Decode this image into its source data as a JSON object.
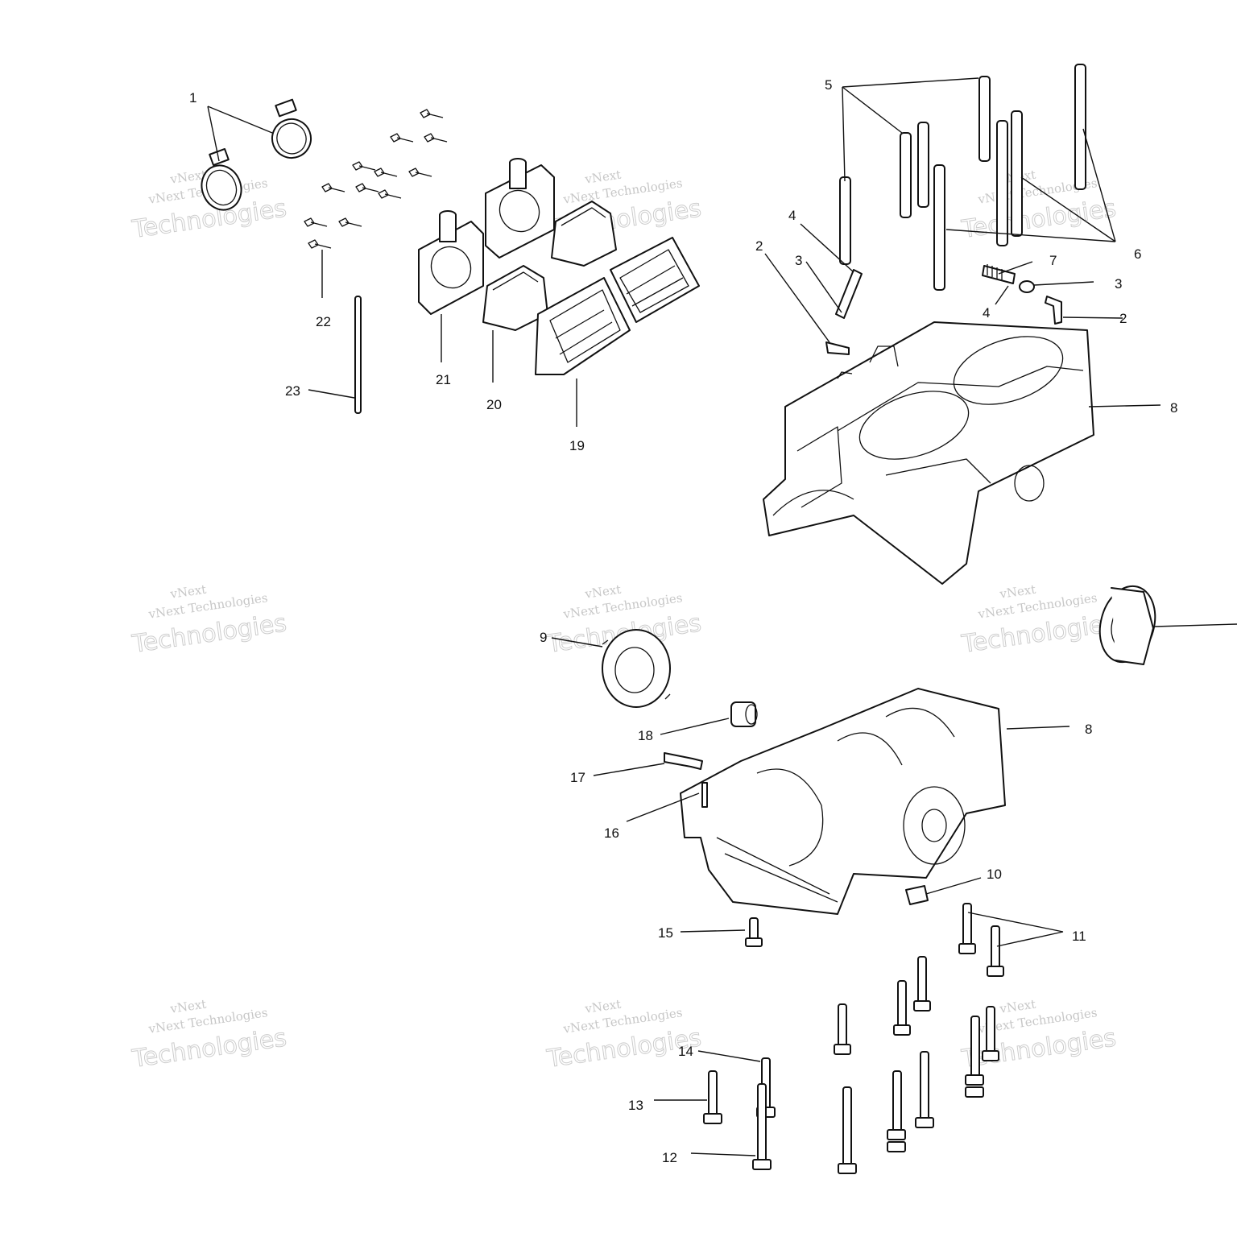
{
  "watermark": {
    "line1": "vNext",
    "line2": "vNext Technologies",
    "line3": "Technologies"
  },
  "callouts": [
    {
      "id": "c1",
      "label": "1"
    },
    {
      "id": "c2a",
      "label": "2"
    },
    {
      "id": "c2b",
      "label": "2"
    },
    {
      "id": "c3a",
      "label": "3"
    },
    {
      "id": "c3b",
      "label": "3"
    },
    {
      "id": "c4a",
      "label": "4"
    },
    {
      "id": "c4b",
      "label": "4"
    },
    {
      "id": "c5",
      "label": "5"
    },
    {
      "id": "c6",
      "label": "6"
    },
    {
      "id": "c7",
      "label": "7"
    },
    {
      "id": "c8a",
      "label": "8"
    },
    {
      "id": "c8b",
      "label": "8"
    },
    {
      "id": "c9",
      "label": "9"
    },
    {
      "id": "c10",
      "label": "10"
    },
    {
      "id": "c11",
      "label": "11"
    },
    {
      "id": "c12",
      "label": "12"
    },
    {
      "id": "c13",
      "label": "13"
    },
    {
      "id": "c14",
      "label": "14"
    },
    {
      "id": "c15",
      "label": "15"
    },
    {
      "id": "c16",
      "label": "16"
    },
    {
      "id": "c17",
      "label": "17"
    },
    {
      "id": "c18",
      "label": "18"
    },
    {
      "id": "c19",
      "label": "19"
    },
    {
      "id": "c20",
      "label": "20"
    },
    {
      "id": "c21",
      "label": "21"
    },
    {
      "id": "c22",
      "label": "22"
    },
    {
      "id": "c23",
      "label": "23"
    }
  ]
}
